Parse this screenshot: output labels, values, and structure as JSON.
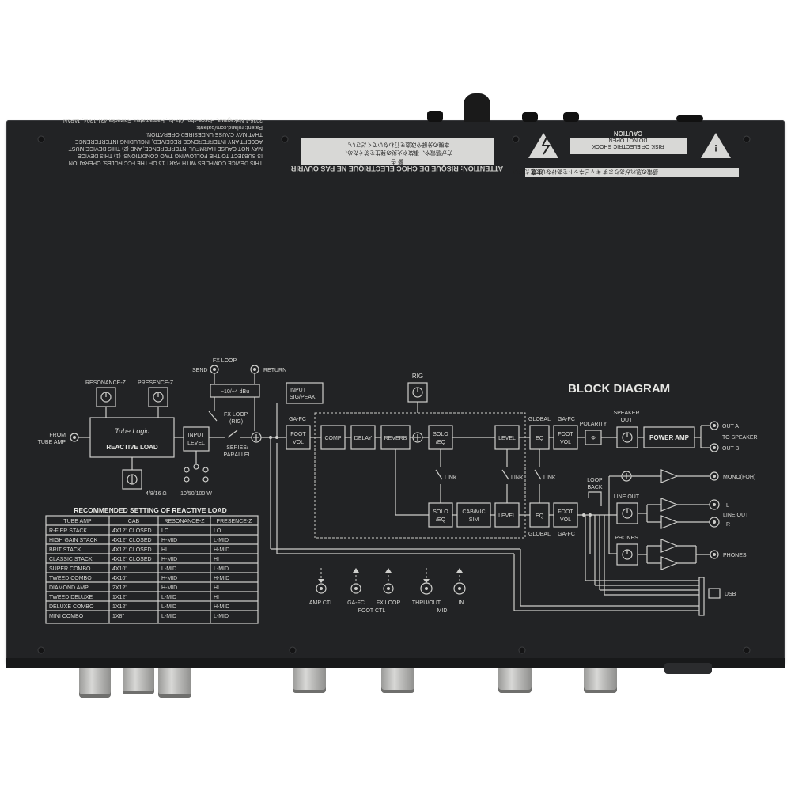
{
  "top_notices": {
    "fcc_lines": [
      "THIS DEVICE COMPLIES WITH PART 15 OF THE FCC RULES. OPERATION",
      "IS SUBJECT TO THE FOLLOWING TWO CONDITIONS: (1) THIS DEVICE",
      "MAY NOT CAUSE HARMFUL INTERFERENCE, AND (2) THIS DEVICE MUST",
      "ACCEPT ANY INTERFERENCE RECEIVED, INCLUDING INTERFERENCE",
      "THAT MAY CAUSE UNDESIRED OPERATION."
    ],
    "patent": "Patent: roland.com/patents",
    "address": "2036-1 Nakagawa, Hosoe-cho, Kita-ku, Hamamatsu, Shizuoka 431-1304, JAPAN",
    "attention": "ATTENTION: RISQUE DE CHOC ELECTRIQUE NE PAS OUVRIR",
    "jp_warning_title": "警 告",
    "jp_warning_lines": [
      "方が感電や、事故や火災の発生を防ぐため、",
      "本機の分解や改造を行わないでください。"
    ],
    "caution_title": "CAUTION",
    "caution_lines": [
      "RISK OF ELECTRIC SHOCK",
      "DO NOT OPEN"
    ],
    "jp_caution_label": "注 意",
    "jp_caution_text": "感電の恐れがあります キャビネットをあけないでください"
  },
  "diagram": {
    "title": "BLOCK DIAGRAM",
    "labels": {
      "resonance_z": "RESONANCE-Z",
      "presence_z": "PRESENCE-Z",
      "from_tube_amp_1": "FROM",
      "from_tube_amp_2": "TUBE AMP",
      "tube_logic": "Tube Logic",
      "reactive_load": "REACTIVE LOAD",
      "impedance": "4/8/16 Ω",
      "input_level_1": "INPUT",
      "input_level_2": "LEVEL",
      "wattage": "10/50/100 W",
      "fx_loop": "FX LOOP",
      "send": "SEND",
      "return": "RETURN",
      "fx_level": "−10/+4 dBu",
      "fx_loop_rig_1": "FX LOOP",
      "fx_loop_rig_2": "(RIG)",
      "series_parallel_1": "SERIES/",
      "series_parallel_2": "PARALLEL",
      "input_sig_peak_1": "INPUT",
      "input_sig_peak_2": "SIG/PEAK",
      "ga_fc_1": "GA-FC",
      "foot_vol_1": "FOOT",
      "foot_vol_2": "VOL",
      "rig": "RIG",
      "comp": "COMP",
      "delay": "DELAY",
      "reverb": "REVERB",
      "solo_eq_1": "SOLO",
      "solo_eq_2": "/EQ",
      "level": "LEVEL",
      "global": "GLOBAL",
      "eq": "EQ",
      "ga_fc_2": "GA-FC",
      "polarity": "POLARITY",
      "speaker_out_1": "SPEAKER",
      "speaker_out_2": "OUT",
      "power_amp": "POWER AMP",
      "out_a": "OUT A",
      "to_speaker": "TO SPEAKER",
      "out_b": "OUT B",
      "link": "LINK",
      "loop_back_1": "LOOP",
      "loop_back_2": "BACK",
      "mono_foh": "MONO(FOH)",
      "line_out": "LINE OUT",
      "line_out_right": "LINE OUT",
      "l": "L",
      "r": "R",
      "phones": "PHONES",
      "phones_right": "PHONES",
      "cab_mic_1": "CAB/MIC",
      "cab_mic_2": "SIM",
      "usb": "USB",
      "amp_ctl": "AMP CTL",
      "ga_fc_jack": "GA-FC",
      "fx_loop_jack": "FX LOOP",
      "foot_ctl": "FOOT CTL",
      "thru_out": "THRU/OUT",
      "in": "IN",
      "midi": "MIDI"
    }
  },
  "table": {
    "title": "RECOMMENDED SETTING OF REACTIVE LOAD",
    "headers": [
      "TUBE AMP",
      "CAB",
      "RESONANCE-Z",
      "PRESENCE-Z"
    ],
    "rows": [
      [
        "R-FIER STACK",
        "4X12\" CLOSED",
        "LO",
        "LO"
      ],
      [
        "HIGH GAIN STACK",
        "4X12\" CLOSED",
        "H-MID",
        "L-MID"
      ],
      [
        "BRIT STACK",
        "4X12\" CLOSED",
        "HI",
        "H-MID"
      ],
      [
        "CLASSIC STACK",
        "4X12\" CLOSED",
        "H-MID",
        "HI"
      ],
      [
        "SUPER COMBO",
        "4X10\"",
        "L-MID",
        "L-MID"
      ],
      [
        "TWEED COMBO",
        "4X10\"",
        "H-MID",
        "H-MID"
      ],
      [
        "DIAMOND AMP",
        "2X12\"",
        "H-MID",
        "HI"
      ],
      [
        "TWEED DELUXE",
        "1X12\"",
        "L-MID",
        "HI"
      ],
      [
        "DELUXE COMBO",
        "1X12\"",
        "L-MID",
        "H-MID"
      ],
      [
        "MINI COMBO",
        "1X8\"",
        "L-MID",
        "L-MID"
      ]
    ]
  }
}
